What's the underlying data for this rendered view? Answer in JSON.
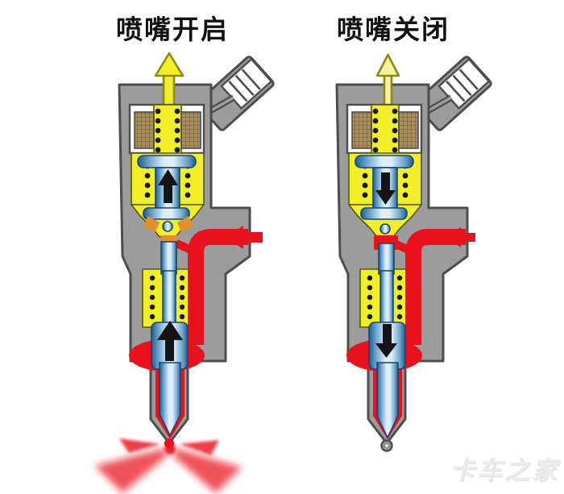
{
  "labels": {
    "open": "喷嘴开启",
    "closed": "喷嘴关闭"
  },
  "watermark": {
    "text": "卡车之家"
  },
  "colors": {
    "body": "#9c9c9c",
    "outline": "#4d4d4d",
    "yellow": "#f2ee28",
    "yellow_dark": "#8a8a14",
    "coil": "#a98f5d",
    "coil_hatch": "#6e5a2e",
    "red": "#e8111c",
    "orange": "#e2902e",
    "blue_dark": "#1d5e93",
    "blue_mid": "#6ea6cc",
    "blue_light": "#ddeefa",
    "black": "#141414",
    "white": "#ffffff",
    "pale_yellow": "#f6f2a2",
    "wm": "#ececec"
  },
  "figures": [
    {
      "id": "open",
      "title": "喷嘴开启",
      "fuel_return_arrow": "up",
      "armature_arrow": "up",
      "needle_arrow": "up",
      "inlet_arrow": "left",
      "pilot_valve": "open",
      "spray": true
    },
    {
      "id": "closed",
      "title": "喷嘴关闭",
      "fuel_return_arrow": "up",
      "armature_arrow": "down",
      "needle_arrow": "down",
      "inlet_arrow": "left",
      "pilot_valve": "closed",
      "spray": false
    }
  ]
}
